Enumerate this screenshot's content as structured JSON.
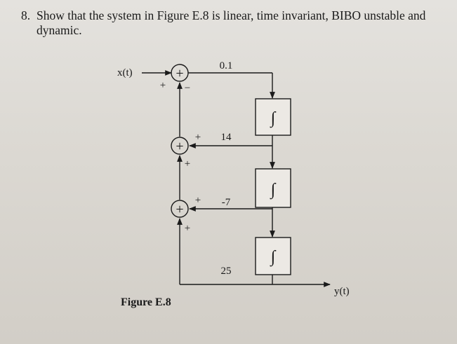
{
  "problem": {
    "number": "8.",
    "line1": "Show that the system in Figure E.8 is linear, time invariant, BIBO unstable and",
    "line2": "dynamic."
  },
  "figure": {
    "caption": "Figure E.8",
    "input_label": "x(t)",
    "output_label": "y(t)",
    "gains": {
      "g1": "0.1",
      "g2": "14",
      "g3": "-7",
      "g4": "25"
    },
    "integrator_symbol": "∫",
    "summer_symbol": "+",
    "signs": {
      "s1_left": "+",
      "s1_below": "−",
      "s2_right": "+",
      "s2_below": "+",
      "s3_right": "+",
      "s3_below": "+"
    }
  }
}
